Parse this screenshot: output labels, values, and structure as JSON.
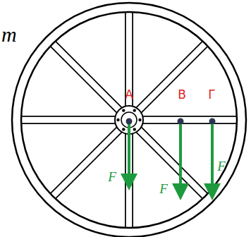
{
  "diagram": {
    "labels": [
      "m",
      "Α",
      "Β",
      "Γ",
      "F",
      "F",
      "F"
    ]
  }
}
